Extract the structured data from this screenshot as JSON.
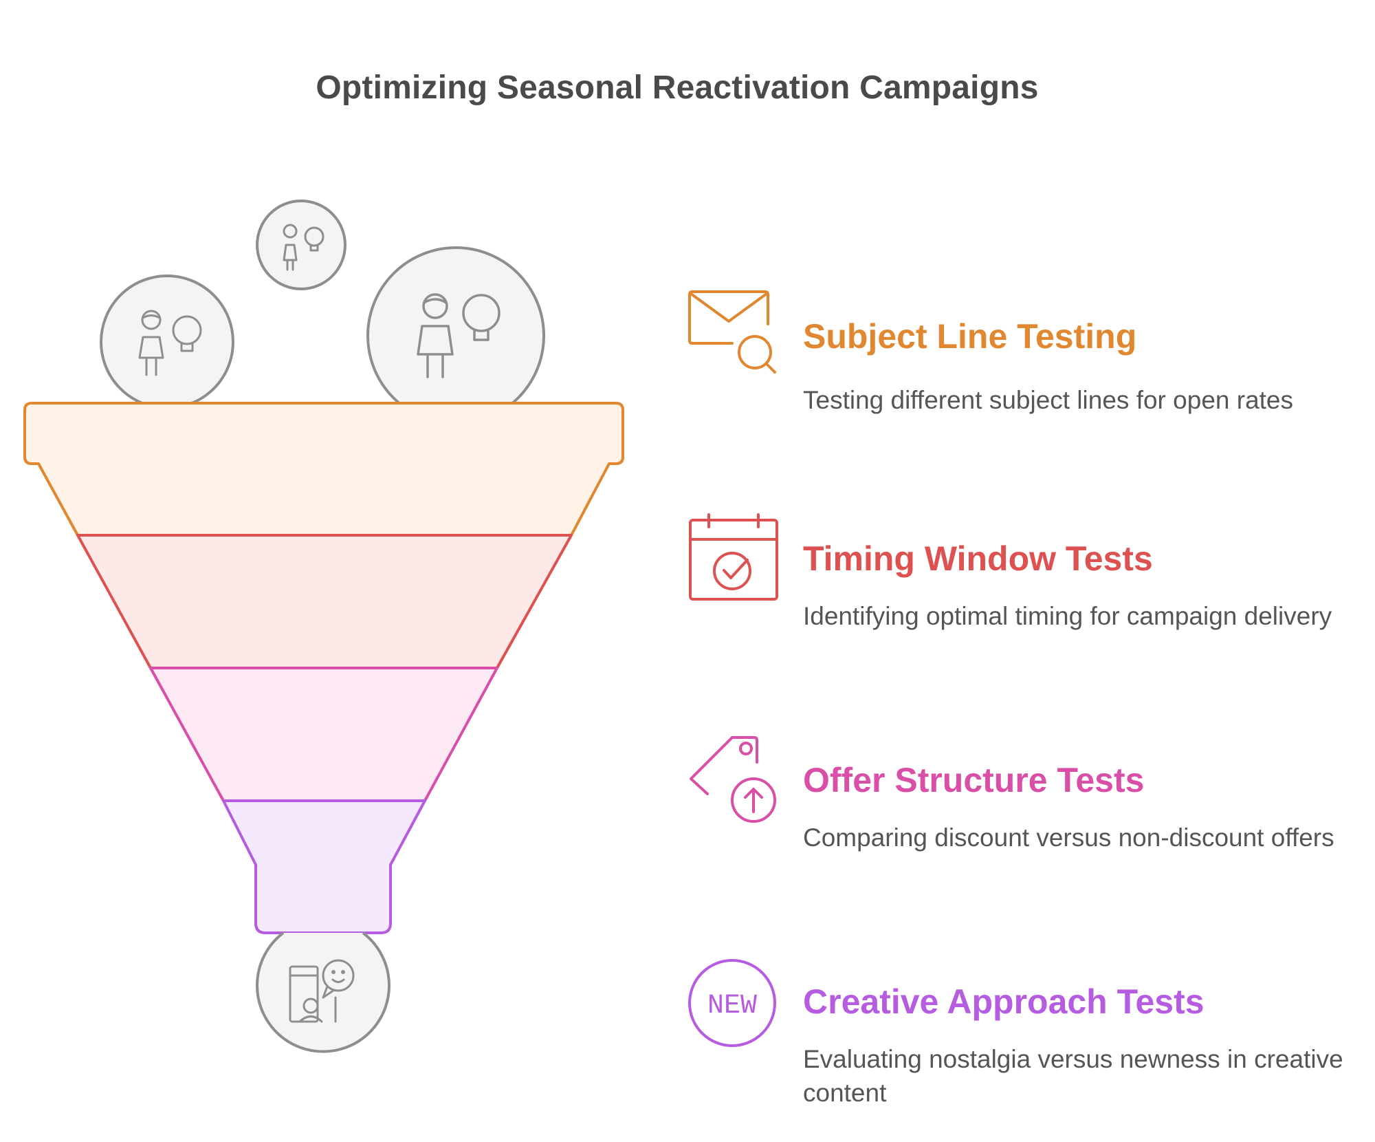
{
  "title": "Optimizing Seasonal Reactivation Campaigns",
  "colors": {
    "orange": "#e0872f",
    "red": "#dd5150",
    "pink": "#d94fa8",
    "purple": "#b55ce0",
    "gray": "#8a8a8a"
  },
  "funnel_icons": [
    "person-idea-icon",
    "person-idea-icon",
    "person-idea-icon",
    "customer-feedback-icon"
  ],
  "items": [
    {
      "title": "Subject Line Testing",
      "description": "Testing different subject lines for open rates",
      "icon": "envelope-search-icon",
      "color": "#e0872f"
    },
    {
      "title": "Timing Window Tests",
      "description": "Identifying optimal timing for campaign delivery",
      "icon": "calendar-check-icon",
      "color": "#dd5150"
    },
    {
      "title": "Offer Structure Tests",
      "description": "Comparing discount versus non-discount offers",
      "icon": "price-tag-up-icon",
      "color": "#d94fa8"
    },
    {
      "title": "Creative Approach Tests",
      "description": "Evaluating nostalgia versus newness in creative content",
      "icon": "new-badge-icon",
      "badge_text": "NEW",
      "color": "#b55ce0"
    }
  ]
}
